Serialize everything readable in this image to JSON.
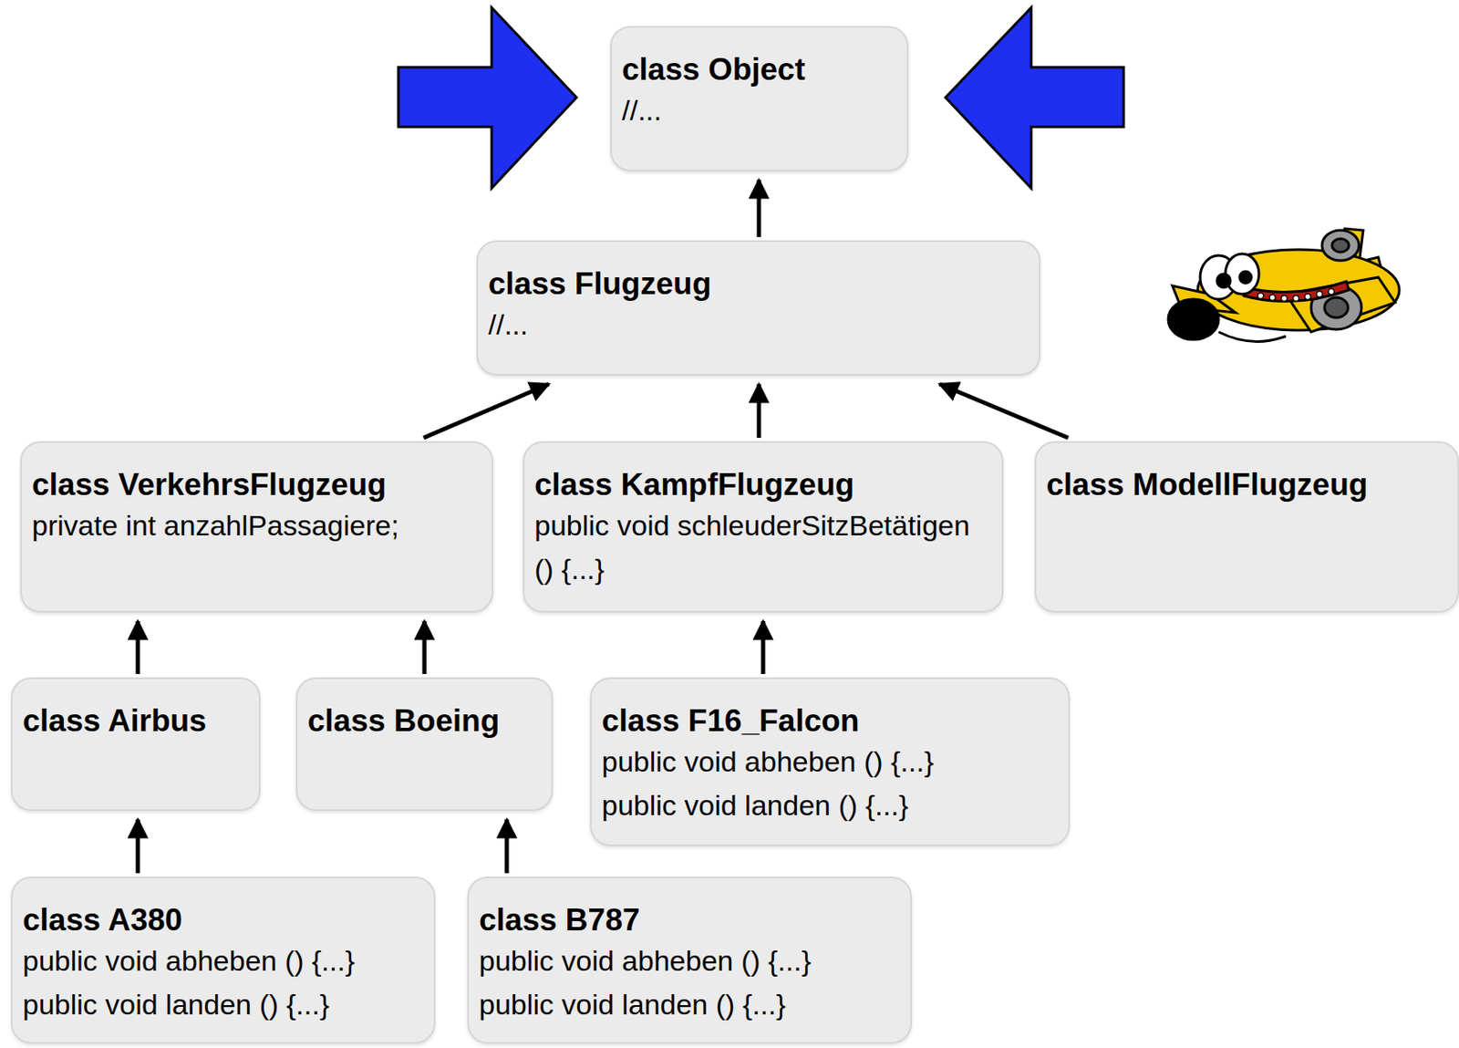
{
  "diagram": {
    "nodes": [
      {
        "text": [
          "class Object",
          "//..."
        ]
      },
      {
        "text": [
          "class Flugzeug",
          "//..."
        ]
      },
      {
        "text": [
          "class VerkehrsFlugzeug",
          "private int anzahlPassagiere;"
        ]
      },
      {
        "text": [
          "class KampfFlugzeug",
          "public void schleuderSitzBetätigen () {...}"
        ]
      },
      {
        "text": [
          "class ModellFlugzeug"
        ]
      },
      {
        "text": [
          "class Airbus"
        ]
      },
      {
        "text": [
          "class Boeing"
        ]
      },
      {
        "text": [
          "class F16_Falcon",
          "public void abheben () {...}",
          "public void landen () {...}"
        ]
      },
      {
        "text": [
          "class A380",
          "public void abheben () {...}",
          "public void landen () {...}"
        ]
      },
      {
        "text": [
          "class B787",
          "public void abheben () {...}",
          "public void landen () {...}"
        ]
      }
    ],
    "edges": [
      {
        "from": 1,
        "to": 0,
        "arrow": "to"
      },
      {
        "from": 2,
        "to": 1,
        "arrow": "to"
      },
      {
        "from": 3,
        "to": 1,
        "arrow": "to"
      },
      {
        "from": 4,
        "to": 1,
        "arrow": "to"
      },
      {
        "from": 5,
        "to": 2,
        "arrow": "to"
      },
      {
        "from": 6,
        "to": 2,
        "arrow": "to"
      },
      {
        "from": 7,
        "to": 3,
        "arrow": "to"
      },
      {
        "from": 8,
        "to": 5,
        "arrow": "to"
      },
      {
        "from": 9,
        "to": 6,
        "arrow": "to"
      }
    ]
  }
}
